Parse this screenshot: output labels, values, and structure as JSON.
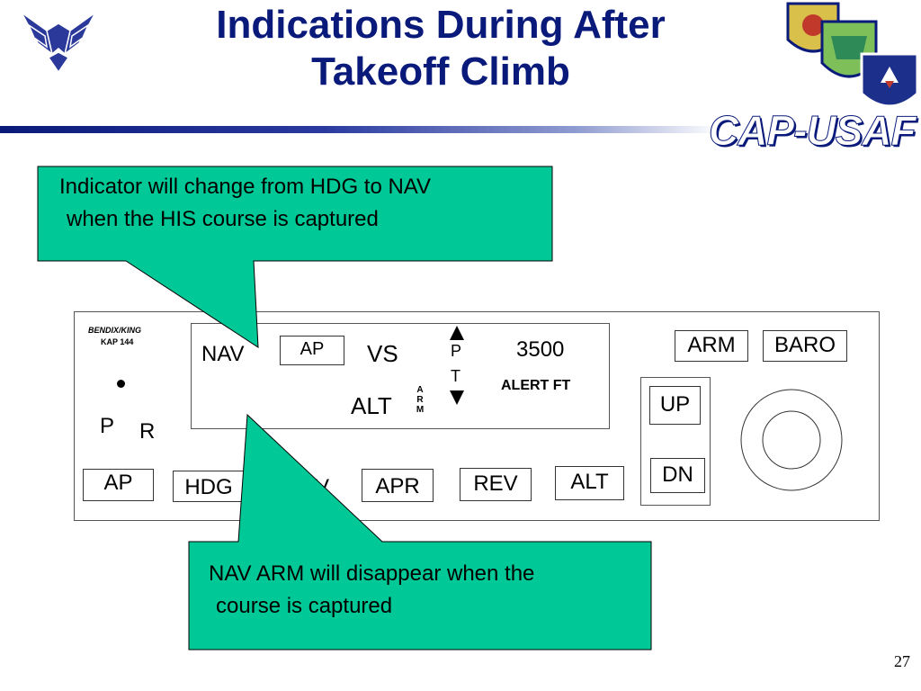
{
  "title_line1": "Indications During After",
  "title_line2": "Takeoff Climb",
  "brand": "CAP-USAF",
  "page_number": "27",
  "panel": {
    "maker": "BENDIX/KING",
    "model": "KAP 144",
    "p_label": "P",
    "r_label": "R",
    "display": {
      "nav": "NAV",
      "ap_box": "AP",
      "vs": "VS",
      "pt_p": "P",
      "pt_t": "T",
      "altitude": "3500",
      "alert_ft": "ALERT FT",
      "alt": "ALT",
      "arm_vertical": "ARM"
    },
    "buttons": {
      "ap": "AP",
      "hdg": "HDG",
      "nav_partial": "V",
      "apr": "APR",
      "rev": "REV",
      "alt": "ALT",
      "arm": "ARM",
      "baro": "BARO",
      "up": "UP",
      "dn": "DN"
    }
  },
  "callout_top_line1": "Indicator will change from HDG to NAV",
  "callout_top_line2": "when the HIS course is captured",
  "callout_bottom_line1": "NAV ARM will disappear when the",
  "callout_bottom_line2": "course is captured",
  "colors": {
    "title": "#0a1a7a",
    "callout_fill": "#00c896",
    "panel_border": "#555555"
  }
}
